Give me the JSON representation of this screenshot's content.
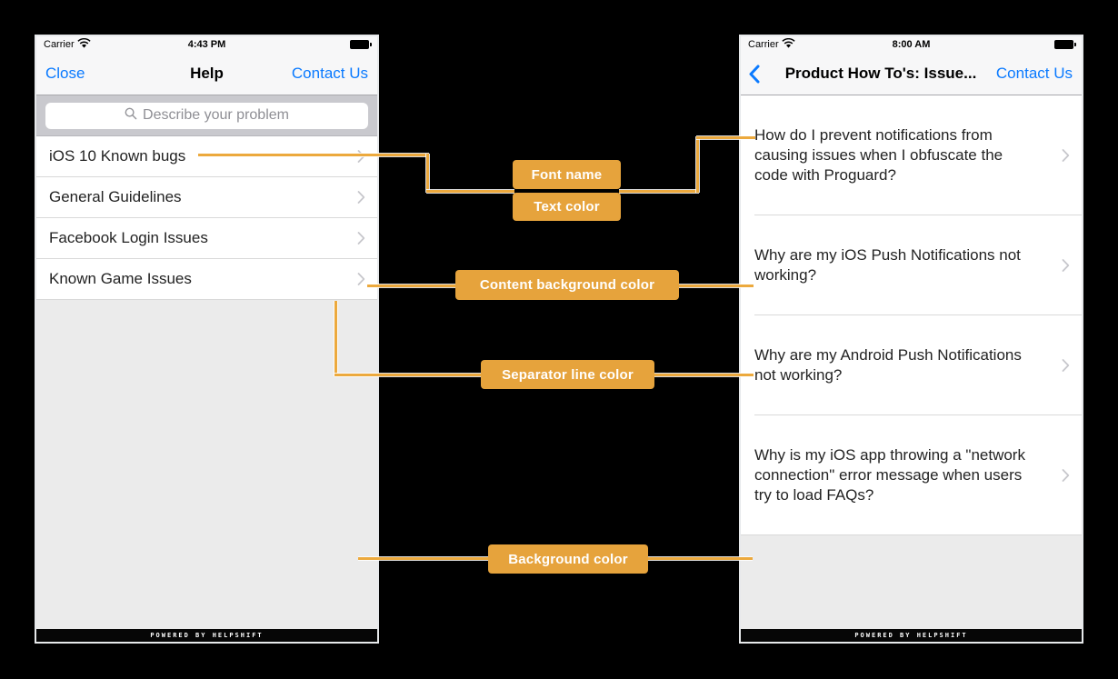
{
  "annotations": {
    "font_name": "Font name",
    "text_color": "Text color",
    "content_background": "Content background color",
    "separator_line": "Separator line color",
    "background": "Background color"
  },
  "colors": {
    "badge_orange": "#E6A33C",
    "connector_orange": "#ECA93D",
    "ios_link_blue": "#0A7AFF",
    "content_background": "#FFFFFF",
    "separator_line": "#D9D9D9",
    "screen_background": "#EBEBEB",
    "navbar_background": "#F7F7F8",
    "search_strip_background": "#C9C9CE",
    "page_background": "#000000"
  },
  "icons": {
    "wifi": "wifi-icon",
    "battery": "battery-icon",
    "search": "search-icon",
    "chevron_right": "chevron-right-icon",
    "back": "back-chevron-icon"
  },
  "left_phone": {
    "status": {
      "carrier": "Carrier",
      "time": "4:43 PM"
    },
    "nav": {
      "close": "Close",
      "title": "Help",
      "contact": "Contact Us"
    },
    "search_placeholder": "Describe your problem",
    "list": [
      "iOS 10 Known bugs",
      "General Guidelines",
      "Facebook Login Issues",
      "Known Game Issues"
    ],
    "footer": "POWERED BY HELPSHIFT"
  },
  "right_phone": {
    "status": {
      "carrier": "Carrier",
      "time": "8:00 AM"
    },
    "nav": {
      "title": "Product How To's: Issue...",
      "contact": "Contact Us"
    },
    "list": [
      "How do I prevent notifications from\ncausing issues when I obfuscate the\ncode with Proguard?",
      "Why are my iOS Push Notifications not\nworking?",
      "Why are my Android Push Notifications\nnot working?",
      "Why is my iOS app throwing a \"network\nconnection\" error message when users\ntry to load FAQs?"
    ],
    "footer": "POWERED BY HELPSHIFT"
  }
}
